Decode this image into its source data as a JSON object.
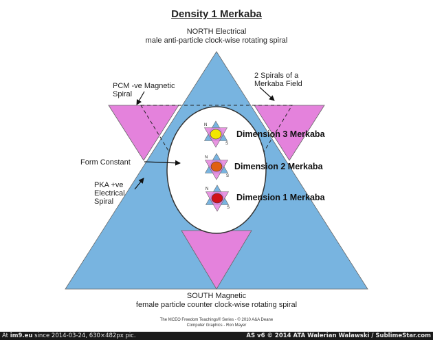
{
  "title": "Density 1 Merkaba",
  "north": {
    "line1": "NORTH Electrical",
    "line2": "male anti-particle clock-wise rotating spiral"
  },
  "south": {
    "line1": "SOUTH Magnetic",
    "line2": "female particle counter clock-wise rotating spiral"
  },
  "labels": {
    "pcm_line1": "PCM -ve Magnetic",
    "pcm_line2": "Spiral",
    "spirals_line1": "2 Spirals of a",
    "spirals_line2": "Merkaba Field",
    "form_constant": "Form Constant",
    "pka_line1": "PKA +ve",
    "pka_line2": "Electrical",
    "pka_line3": "Spiral"
  },
  "dimensions": [
    {
      "label": "Dimension 3 Merkaba",
      "color": "#f2e600"
    },
    {
      "label": "Dimension 2 Merkaba",
      "color": "#e06010"
    },
    {
      "label": "Dimension 1 Merkaba",
      "color": "#d0101a"
    }
  ],
  "mini_star": {
    "n": "N",
    "s": "S"
  },
  "credits": {
    "line1": "The MCEO Freedom Teachings®  Series - © 2010 A&A Deane",
    "line2": "Computer Graphics - Ron Mayer"
  },
  "footer": {
    "left_prefix": "At",
    "left_site": "im9.eu",
    "left_rest": " since 2014-03-24, 630×482px pic.",
    "right": "AS v6 © 2014 ATA Walerian Walawski / SublimeStar.com"
  },
  "colors": {
    "blue": "#78b4e0",
    "pink": "#e482dc",
    "stroke": "#555555"
  }
}
